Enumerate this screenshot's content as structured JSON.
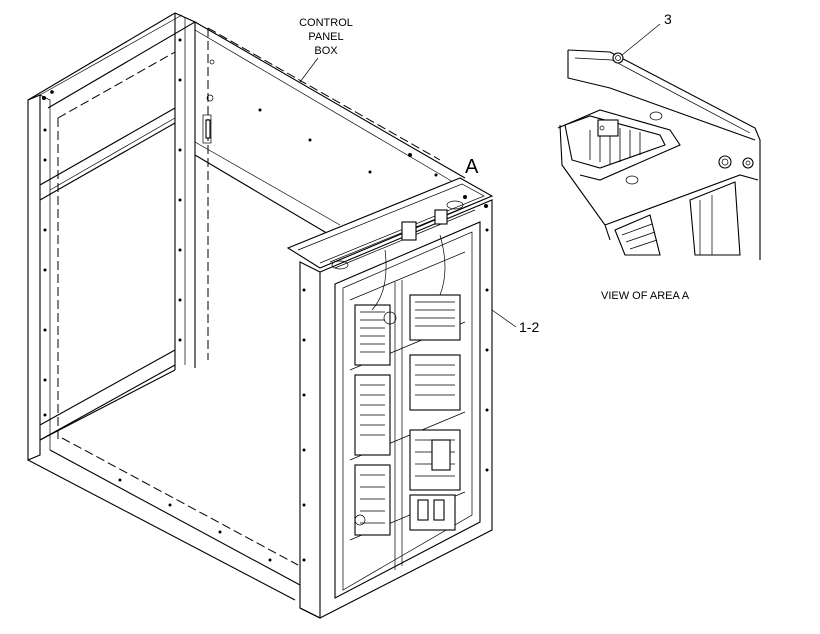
{
  "labels": {
    "control_panel_box": [
      "CONTROL",
      "PANEL",
      "BOX"
    ],
    "area_marker": "A",
    "callout_panel": "1-2",
    "callout_detail": "3",
    "view_caption": "VIEW OF AREA A"
  }
}
